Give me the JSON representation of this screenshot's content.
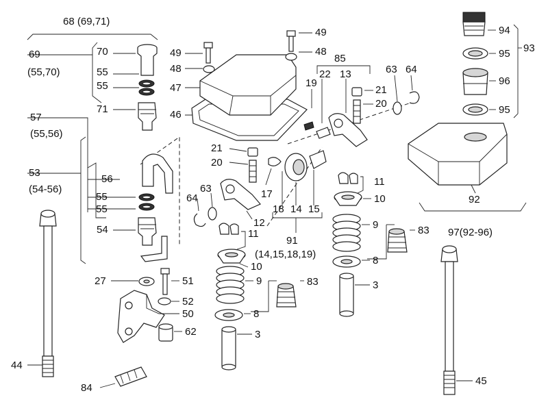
{
  "labels": {
    "l68": "68 (69,71)",
    "l69": "69",
    "l69sub": "(55,70)",
    "l70": "70",
    "l55a": "55",
    "l55b": "55",
    "l71": "71",
    "l57": "57",
    "l57sub": "(55,56)",
    "l53": "53",
    "l53sub": "(54-56)",
    "l56": "56",
    "l55c": "55",
    "l55d": "55",
    "l54": "54",
    "l49a": "49",
    "l48a": "48",
    "l47": "47",
    "l46": "46",
    "l49b": "49",
    "l48b": "48",
    "l85": "85",
    "l22": "22",
    "l13": "13",
    "l19": "19",
    "l21a": "21",
    "l20a": "20",
    "l63a": "63",
    "l64a": "64",
    "l21b": "21",
    "l20b": "20",
    "l63b": "63",
    "l64b": "64",
    "l17": "17",
    "l18": "18",
    "l14": "14",
    "l15": "15",
    "l12": "12",
    "l11a": "11",
    "l91": "91",
    "l91sub": "(14,15,18,19)",
    "l10a": "10",
    "l9a": "9",
    "l83a": "83",
    "l8a": "8",
    "l3a": "3",
    "l11b": "11",
    "l10b": "10",
    "l9b": "9",
    "l83b": "83",
    "l8b": "8",
    "l3b": "3",
    "l94": "94",
    "l95a": "95",
    "l93": "93",
    "l96": "96",
    "l95b": "95",
    "l92": "92",
    "l97": "97(92-96)",
    "l27": "27",
    "l51": "51",
    "l52": "52",
    "l50": "50",
    "l62": "62",
    "l44": "44",
    "l84": "84",
    "l45": "45"
  }
}
